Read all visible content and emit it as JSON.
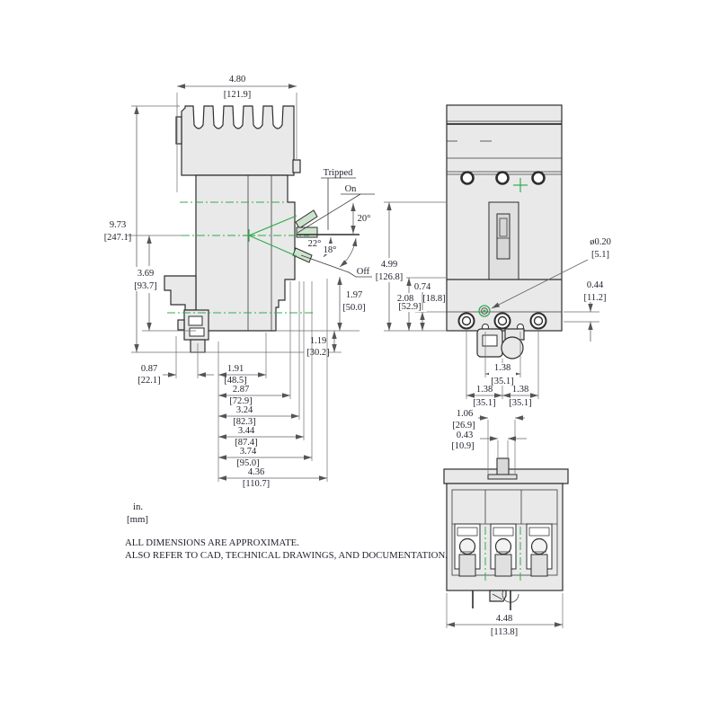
{
  "legend": {
    "inches": "in.",
    "millimeters": "[mm]"
  },
  "notes": {
    "line1": "ALL DIMENSIONS ARE APPROXIMATE.",
    "line2": "ALSO REFER TO CAD, TECHNICAL DRAWINGS, AND DOCUMENTATION."
  },
  "labels": {
    "tripped": "Tripped",
    "on": "On",
    "off": "Off"
  },
  "angles": {
    "on_to_tripped": "20°",
    "tripped_to_off": "22°",
    "off_overtravel": "18°"
  },
  "dims": {
    "side_width": {
      "in": "4.80",
      "mm": "[121.9]"
    },
    "side_height": {
      "in": "9.73",
      "mm": "[247.1]"
    },
    "center_to_base": {
      "in": "3.69",
      "mm": "[93.7]"
    },
    "foot_depth": {
      "in": "0.87",
      "mm": "[22.1]"
    },
    "chain": [
      {
        "in": "1.91",
        "mm": "[48.5]"
      },
      {
        "in": "2.87",
        "mm": "[72.9]"
      },
      {
        "in": "3.24",
        "mm": "[82.3]"
      },
      {
        "in": "3.44",
        "mm": "[87.4]"
      },
      {
        "in": "3.74",
        "mm": "[95.0]"
      },
      {
        "in": "4.36",
        "mm": "[110.7]"
      }
    ],
    "off_to_base": {
      "in": "1.97",
      "mm": "[50.0]"
    },
    "base_to_jaw": {
      "in": "1.19",
      "mm": "[30.2]"
    },
    "front_height": {
      "in": "4.99",
      "mm": "[126.8]"
    },
    "lower_height": {
      "in": "2.08",
      "mm": "[52.9]"
    },
    "terminal_height": {
      "in": "0.74",
      "mm": "[18.8]"
    },
    "right_offset": {
      "in": "0.44",
      "mm": "[11.2]"
    },
    "hole_dia": {
      "in": "ø0.20",
      "mm": "[5.1]"
    },
    "hole_pitch": {
      "in": "1.38",
      "mm": "[35.1]"
    },
    "pole_pitch_left": {
      "in": "1.38",
      "mm": "[35.1]"
    },
    "pole_pitch_right": {
      "in": "1.38",
      "mm": "[35.1]"
    },
    "handle_base_width": {
      "in": "1.06",
      "mm": "[26.9]"
    },
    "handle_width": {
      "in": "0.43",
      "mm": "[10.9]"
    },
    "bottom_width": {
      "in": "4.48",
      "mm": "[113.8]"
    }
  },
  "colors": {
    "centerline_green": "#33ab4f",
    "body_fill": "#e9e9e9",
    "object_line": "#2d2d2d",
    "dimension_line": "#606060",
    "text": "#232330",
    "background": "#ffffff"
  }
}
